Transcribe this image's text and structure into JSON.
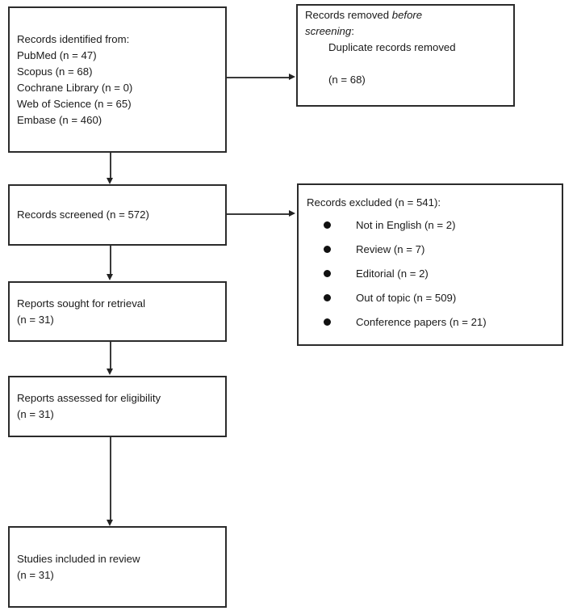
{
  "diagram": {
    "type": "prisma-flow-diagram",
    "title": "PRISMA flow diagram",
    "colors": {
      "box_border": "#2b2b2b",
      "text": "#1a1a1a",
      "connector": "#3a3a3a",
      "background": "#ffffff"
    }
  },
  "boxes": {
    "identified": {
      "name": "records-identified",
      "heading": "Records identified from:",
      "sources": [
        {
          "label": "PubMed",
          "n": 47,
          "text": "PubMed (n = 47)"
        },
        {
          "label": "Scopus",
          "n": 68,
          "text": "Scopus (n = 68)"
        },
        {
          "label": "Cochrane Library",
          "n": 0,
          "text": "Cochrane Library (n = 0)"
        },
        {
          "label": "Web of Science",
          "n": 65,
          "text": "Web of Science (n = 65)"
        },
        {
          "label": "Embase",
          "n": 460,
          "text": "Embase (n = 460)"
        }
      ],
      "text": "Records identified from:\nPubMed (n = 47)\nScopus (n = 68)\nCochrane Library (n = 0)\nWeb of Science (n = 65)\nEmbase (n = 460)"
    },
    "removed": {
      "name": "records-removed-before-screening",
      "line1_plain": "Records removed ",
      "line1_italic": "before",
      "line2_italic": "screening",
      "line2_plain": ":",
      "detail_label": "Duplicate records removed",
      "detail_count": "(n = 68)",
      "detail_n": 68
    },
    "screened": {
      "name": "records-screened",
      "text": "Records screened (n = 572)",
      "n": 572
    },
    "excluded": {
      "name": "records-excluded",
      "title": "Records excluded (n = 541):",
      "n": 541,
      "reasons": [
        {
          "label": "Not in English (n = 2)",
          "n": 2
        },
        {
          "label": "Review (n = 7)",
          "n": 7
        },
        {
          "label": "Editorial (n = 2)",
          "n": 2
        },
        {
          "label": "Out of topic (n = 509)",
          "n": 509
        },
        {
          "label": "Conference papers (n = 21)",
          "n": 21
        }
      ]
    },
    "sought": {
      "name": "reports-sought-for-retrieval",
      "text": "Reports sought for retrieval\n(n = 31)",
      "n": 31
    },
    "assessed": {
      "name": "reports-assessed-for-eligibility",
      "text": "Reports assessed for eligibility\n(n = 31)",
      "n": 31
    },
    "included": {
      "name": "studies-included-in-review",
      "text": "Studies included in review\n(n = 31)",
      "n": 31
    }
  }
}
